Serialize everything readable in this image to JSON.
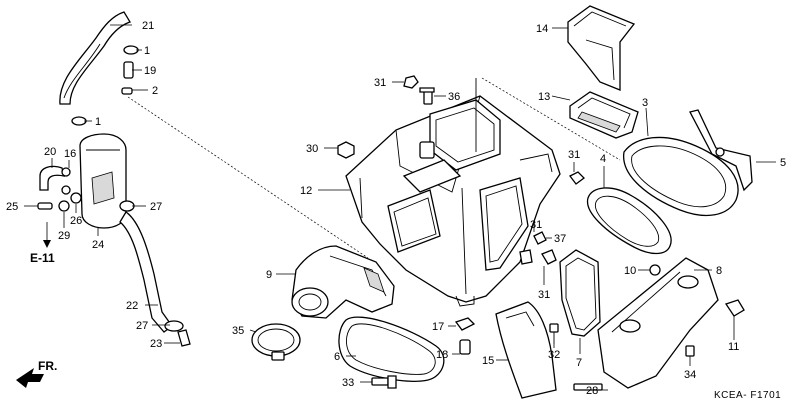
{
  "diagram": {
    "callouts": [
      {
        "label": "21"
      },
      {
        "label": "1"
      },
      {
        "label": "19"
      },
      {
        "label": "2"
      },
      {
        "label": "1"
      },
      {
        "label": "20"
      },
      {
        "label": "16"
      },
      {
        "label": "25"
      },
      {
        "label": "26"
      },
      {
        "label": "29"
      },
      {
        "label": "24"
      },
      {
        "label": "27"
      },
      {
        "label": "22"
      },
      {
        "label": "27"
      },
      {
        "label": "23"
      },
      {
        "label": "14"
      },
      {
        "label": "13"
      },
      {
        "label": "3"
      },
      {
        "label": "31"
      },
      {
        "label": "36"
      },
      {
        "label": "30"
      },
      {
        "label": "12"
      },
      {
        "label": "31"
      },
      {
        "label": "4"
      },
      {
        "label": "5"
      },
      {
        "label": "31"
      },
      {
        "label": "37"
      },
      {
        "label": "31"
      },
      {
        "label": "9"
      },
      {
        "label": "10"
      },
      {
        "label": "8"
      },
      {
        "label": "35"
      },
      {
        "label": "17"
      },
      {
        "label": "18"
      },
      {
        "label": "15"
      },
      {
        "label": "6"
      },
      {
        "label": "33"
      },
      {
        "label": "32"
      },
      {
        "label": "7"
      },
      {
        "label": "11"
      },
      {
        "label": "28"
      },
      {
        "label": "34"
      }
    ],
    "reference": "E-11",
    "front_label": "FR.",
    "figure_code": "KCEA- F1701"
  }
}
